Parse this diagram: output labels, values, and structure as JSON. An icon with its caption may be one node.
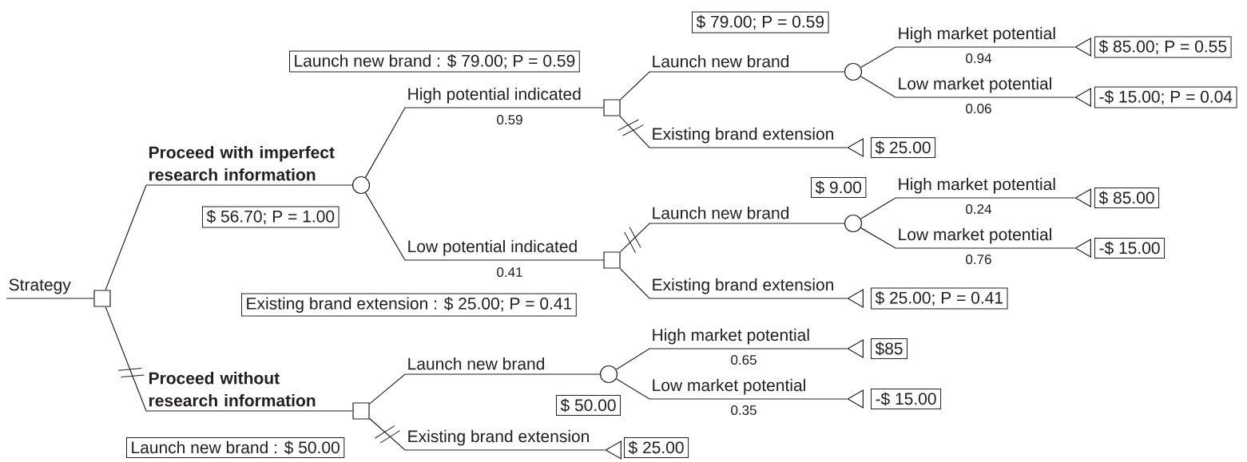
{
  "diagram": {
    "nodes": [
      {
        "text": [],
        "shape": "box"
      },
      {
        "text": [],
        "shape": "circle"
      },
      {
        "text": [],
        "shape": "box"
      },
      {
        "text": [],
        "shape": "box"
      },
      {
        "text": [],
        "shape": "box"
      },
      {
        "text": [],
        "shape": "circle"
      },
      {
        "text": [],
        "shape": "triangle"
      },
      {
        "text": [],
        "shape": "triangle"
      },
      {
        "text": [],
        "shape": "triangle"
      },
      {
        "text": [],
        "shape": "circle"
      },
      {
        "text": [],
        "shape": "triangle"
      },
      {
        "text": [],
        "shape": "triangle"
      },
      {
        "text": [],
        "shape": "triangle"
      },
      {
        "text": [],
        "shape": "circle"
      },
      {
        "text": [],
        "shape": "triangle"
      },
      {
        "text": [],
        "shape": "triangle"
      },
      {
        "text": [],
        "shape": "triangle"
      },
      {
        "text": [
          "Launch new brand : $ 79.00; P = 0.59"
        ]
      },
      {
        "text": [
          "$ 56.70; P = 1.00"
        ]
      },
      {
        "text": [
          "Existing brand extension : $ 25.00; P = 0.41"
        ]
      },
      {
        "text": [
          "Launch new brand : $ 50.00"
        ]
      },
      {
        "text": [
          "$ 79.00; P = 0.59"
        ]
      },
      {
        "text": [
          "$ 85.00; P = 0.55"
        ]
      },
      {
        "text": [
          "-$ 15.00; P = 0.04"
        ]
      },
      {
        "text": [
          "$ 25.00"
        ]
      },
      {
        "text": [
          "$ 9.00"
        ]
      },
      {
        "text": [
          "$ 85.00"
        ]
      },
      {
        "text": [
          "-$ 15.00"
        ]
      },
      {
        "text": [
          "$ 25.00; P = 0.41"
        ]
      },
      {
        "text": [
          "$ 50.00"
        ]
      },
      {
        "text": [
          "$85"
        ]
      },
      {
        "text": [
          "-$ 15.00"
        ]
      },
      {
        "text": [
          "$ 25.00"
        ]
      }
    ],
    "edges": [
      {
        "from": null,
        "to": 0,
        "arrow": "none",
        "label": "Strategy"
      },
      {
        "from": 0,
        "to": 1,
        "arrow": "none",
        "label": "Proceed with imperfect research information"
      },
      {
        "from": 0,
        "to": 4,
        "arrow": "none",
        "label": "Proceed without research information"
      },
      {
        "from": 1,
        "to": 2,
        "arrow": "none",
        "label": "High potential indicated"
      },
      {
        "from": 1,
        "to": 3,
        "arrow": "none",
        "label": "Low potential indicated"
      },
      {
        "from": 2,
        "to": 5,
        "arrow": "none",
        "label": "Launch new brand"
      },
      {
        "from": 2,
        "to": 8,
        "arrow": "none",
        "label": "Existing brand extension"
      },
      {
        "from": 5,
        "to": 6,
        "arrow": "none",
        "label": "High market potential"
      },
      {
        "from": 5,
        "to": 7,
        "arrow": "none",
        "label": "Low market potential"
      },
      {
        "from": 3,
        "to": 9,
        "arrow": "none",
        "label": "Launch new brand"
      },
      {
        "from": 3,
        "to": 12,
        "arrow": "none",
        "label": "Existing brand extension"
      },
      {
        "from": 9,
        "to": 10,
        "arrow": "none",
        "label": "High market potential"
      },
      {
        "from": 9,
        "to": 11,
        "arrow": "none",
        "label": "Low market potential"
      },
      {
        "from": 4,
        "to": 13,
        "arrow": "none",
        "label": "Launch new brand"
      },
      {
        "from": 4,
        "to": 16,
        "arrow": "none",
        "label": "Existing brand extension"
      },
      {
        "from": 13,
        "to": 14,
        "arrow": "none",
        "label": "High market potential"
      },
      {
        "from": 13,
        "to": 15,
        "arrow": "none",
        "label": "Low market potential"
      }
    ],
    "labels": [
      "0.59",
      "0.41",
      "0.94",
      "0.06",
      "0.24",
      "0.76",
      "0.65",
      "0.35"
    ]
  }
}
